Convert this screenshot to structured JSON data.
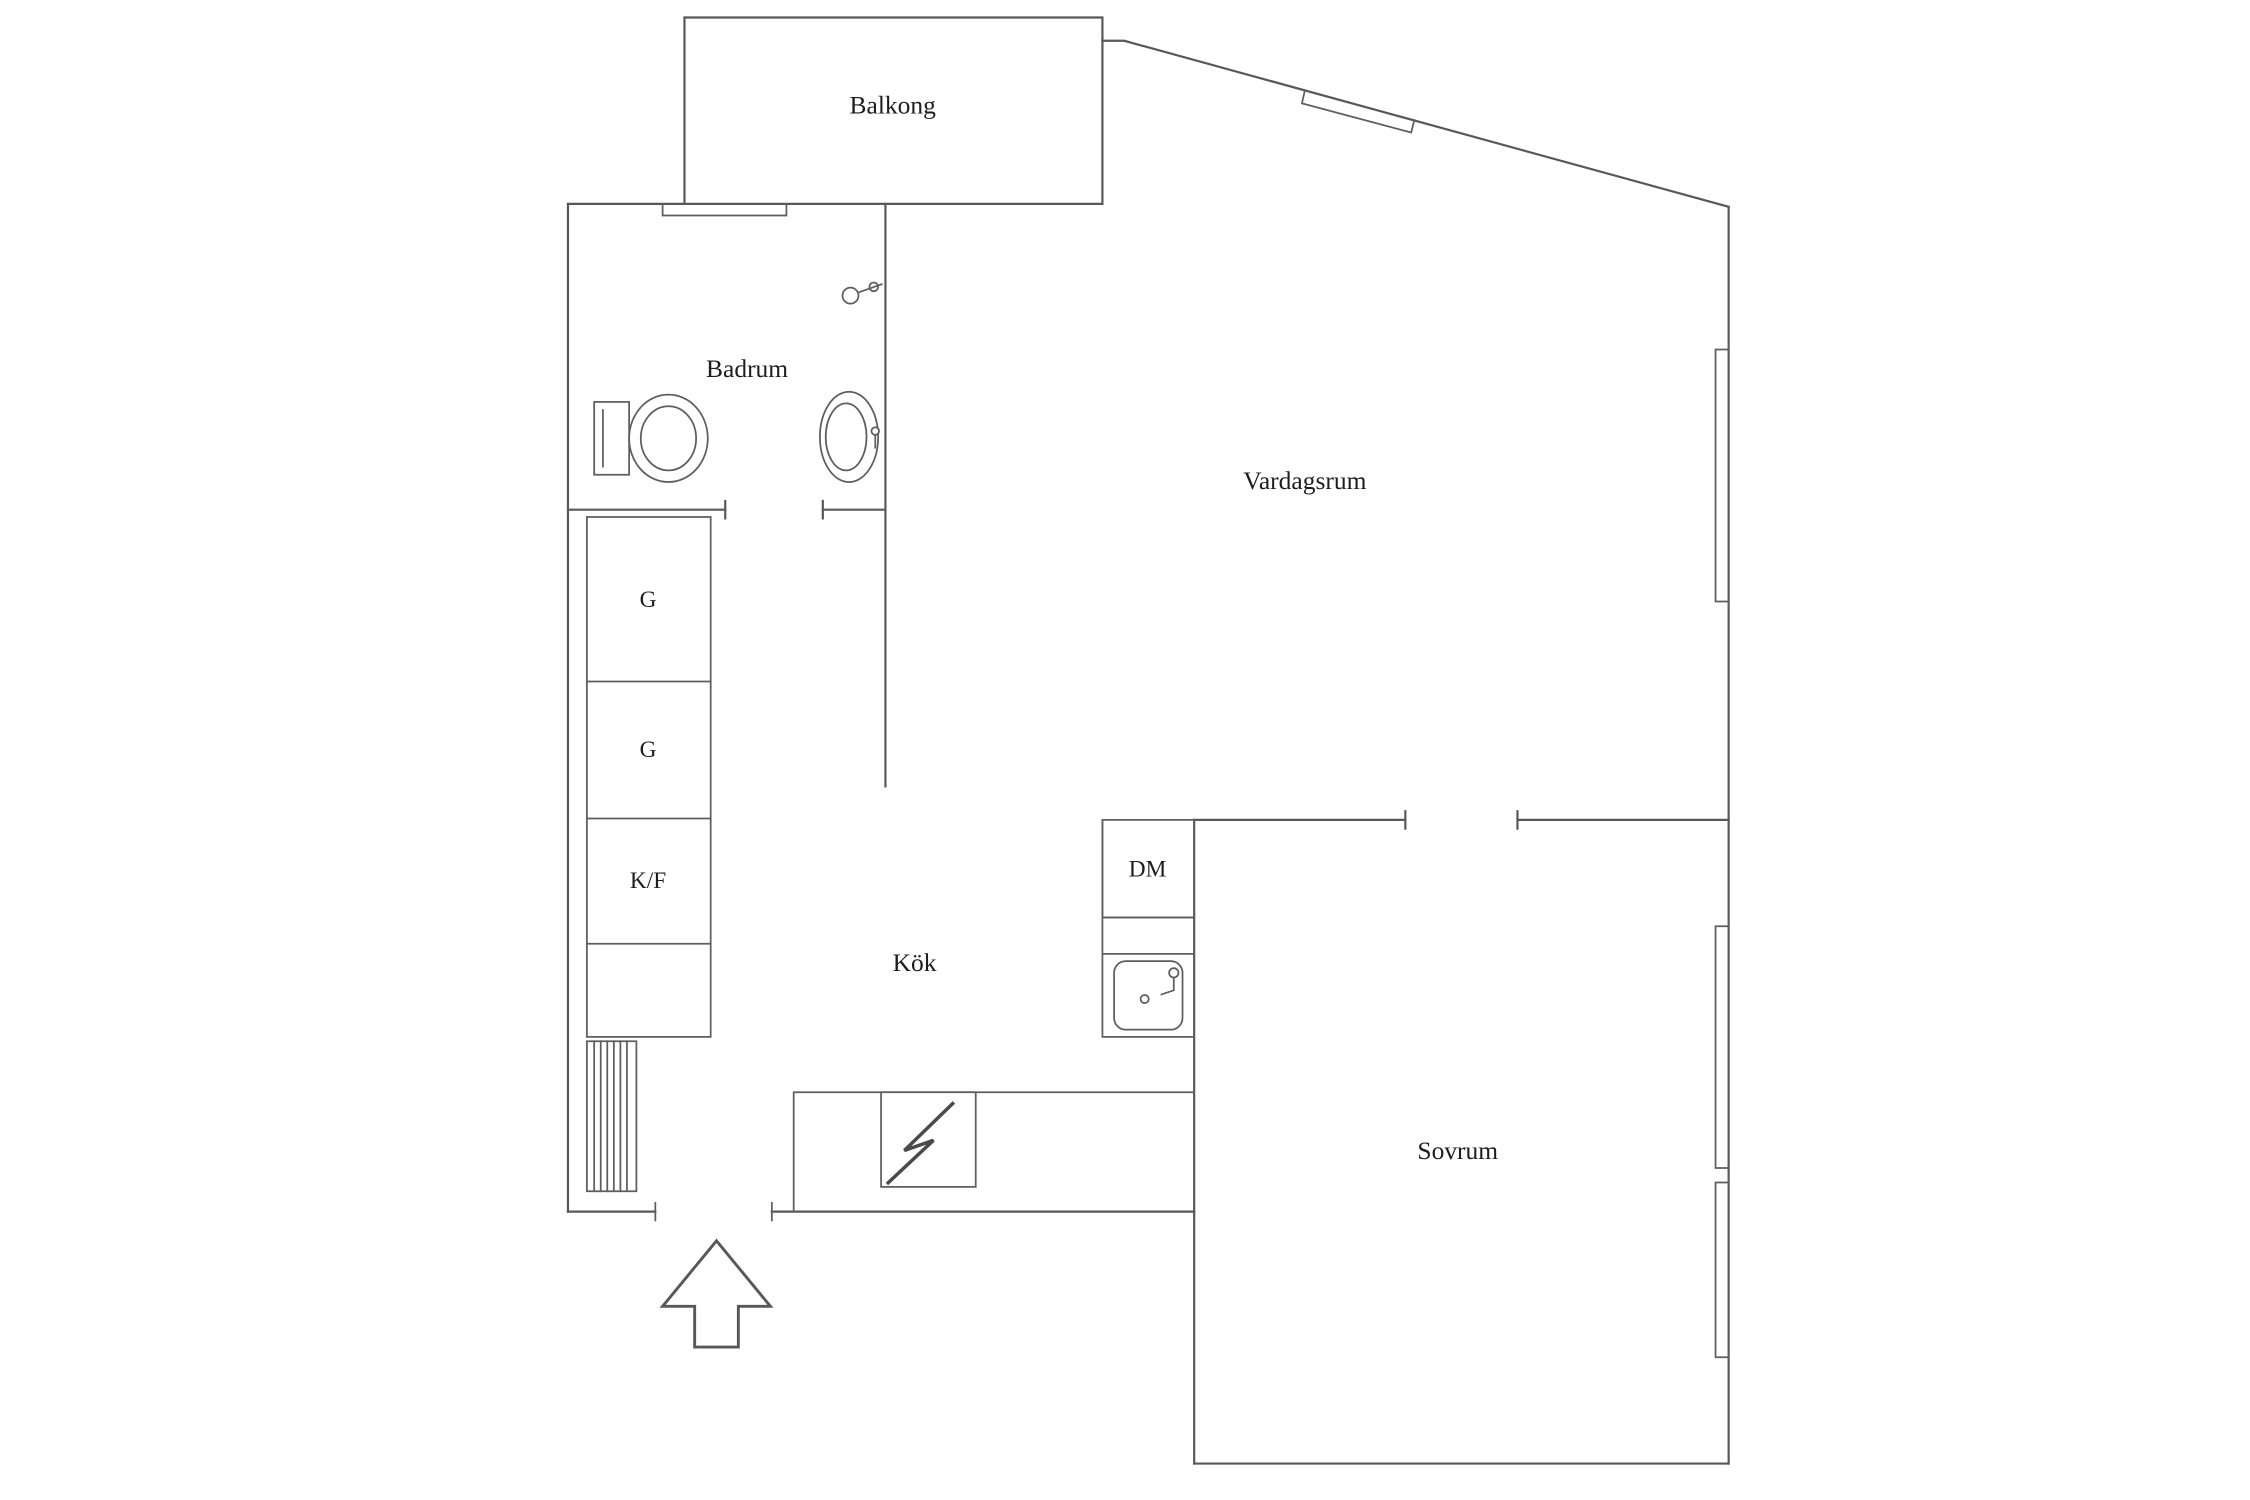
{
  "plan": {
    "rooms": {
      "balkong": "Balkong",
      "badrum": "Badrum",
      "vardagsrum": "Vardagsrum",
      "kok": "Kök",
      "sovrum": "Sovrum"
    },
    "fixtures": {
      "closet_top": "G",
      "closet_mid": "G",
      "fridge_freezer": "K/F",
      "dishwasher": "DM"
    },
    "colors": {
      "background": "#ffffff",
      "line": "#585858",
      "text": "#1d1d1d"
    }
  }
}
